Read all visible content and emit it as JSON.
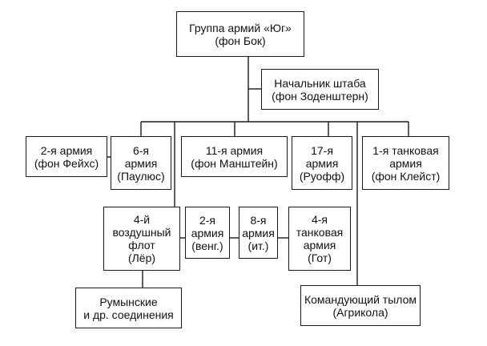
{
  "nodes": {
    "army_group_south": "Группа армий «Юг»\n(фон Бок)",
    "chief_of_staff": "Начальник штаба\n(фон Зоденштерн)",
    "army_2": "2-я армия\n(фон Фейхс)",
    "army_6": "6-я\nармия\n(Паулюс)",
    "army_11": "11-я армия\n(фон Манштейн)",
    "army_17": "17-я\nармия\n(Руофф)",
    "panzer_1": "1-я танковая\nармия\n(фон Клейст)",
    "air_fleet_4": "4-й\nвоздушный\nфлот\n(Лёр)",
    "army_2_hungarian": "2-я\nармия\n(венг.)",
    "army_8_italian": "8-я\nармия\n(ит.)",
    "panzer_4": "4-я\nтанковая\nармия\n(Гот)",
    "romanian": "Румынские\nи др. соединения",
    "rear_commander": "Командующий тылом\n(Агрикола)"
  }
}
